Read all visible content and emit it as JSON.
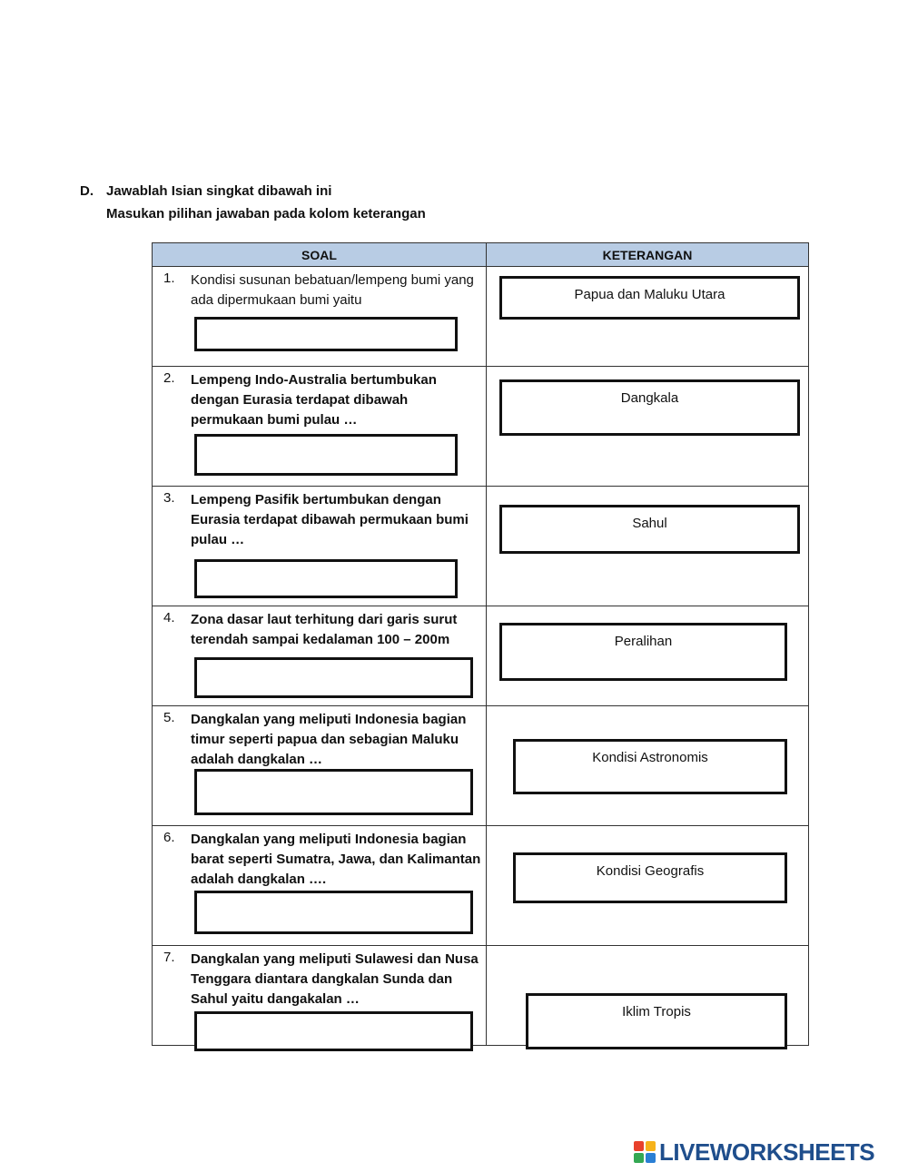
{
  "instructions": {
    "letter": "D.",
    "line1": "Jawablah Isian singkat dibawah ini",
    "line2": "Masukan pilihan jawaban pada kolom keterangan"
  },
  "table": {
    "headers": [
      "SOAL",
      "KETERANGAN"
    ],
    "questions": [
      {
        "number": "1.",
        "text": "Kondisi susunan bebatuan/lempeng bumi yang ada dipermukaan bumi yaitu"
      },
      {
        "number": "2.",
        "text": "Lempeng Indo-Australia bertumbukan dengan Eurasia terdapat dibawah permukaan bumi pulau …"
      },
      {
        "number": "3.",
        "text": "Lempeng Pasifik bertumbukan dengan Eurasia terdapat dibawah permukaan bumi pulau …"
      },
      {
        "number": "4.",
        "text": "Zona dasar laut terhitung dari garis surut terendah sampai kedalaman 100 – 200m"
      },
      {
        "number": "5.",
        "text": "Dangkalan yang meliputi Indonesia bagian timur seperti papua dan sebagian Maluku adalah dangkalan …"
      },
      {
        "number": "6.",
        "text": "Dangkalan yang meliputi Indonesia bagian barat seperti Sumatra, Jawa, dan Kalimantan adalah dangkalan …."
      },
      {
        "number": "7.",
        "text": "Dangkalan yang meliputi Sulawesi dan Nusa Tenggara diantara dangkalan Sunda dan Sahul yaitu dangakalan …"
      }
    ],
    "options": [
      "Papua dan Maluku Utara",
      "Dangkala",
      "Sahul",
      "Peralihan",
      "Kondisi Astronomis",
      "Kondisi Geografis",
      "Iklim Tropis"
    ]
  },
  "brand": {
    "name": "LIVEWORKSHEETS",
    "colors": [
      "#e8412c",
      "#f6b21a",
      "#34a853",
      "#2a7fd4"
    ]
  }
}
